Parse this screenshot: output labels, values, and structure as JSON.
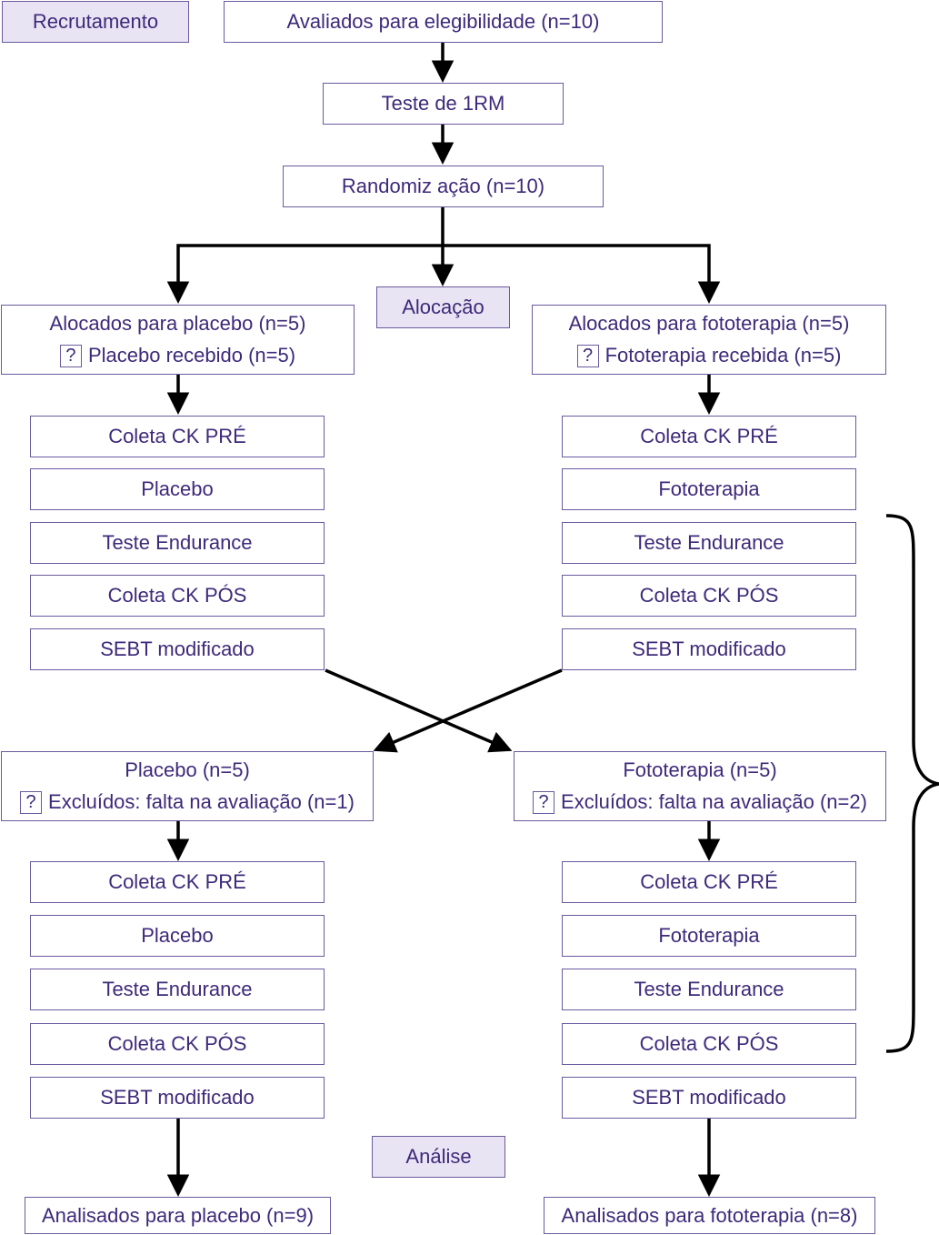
{
  "phases": {
    "recruitment": "Recrutamento",
    "allocation": "Alocação",
    "analysis": "Análise"
  },
  "top": {
    "eligibility": "Avaliados para elegibilidade (n=10)",
    "one_rm": "Teste de 1RM",
    "randomization": "Randomiz ação (n=10)"
  },
  "allocation": {
    "placebo": {
      "title": "Alocados para placebo (n=5)",
      "marker": "?",
      "detail": "Placebo recebido (n=5)"
    },
    "phototherapy": {
      "title": "Alocados para fototerapia (n=5)",
      "marker": "?",
      "detail": "Fototerapia recebida (n=5)"
    }
  },
  "first_period": {
    "left": [
      "Coleta CK PRÉ",
      "Placebo",
      "Teste Endurance",
      "Coleta CK PÓS",
      "SEBT modificado"
    ],
    "right": [
      "Coleta CK PRÉ",
      "Fototerapia",
      "Teste Endurance",
      "Coleta CK PÓS",
      "SEBT modificado"
    ]
  },
  "crossover": {
    "placebo": {
      "title": "Placebo (n=5)",
      "marker": "?",
      "detail": "Excluídos: falta na avaliação (n=1)"
    },
    "phototherapy": {
      "title": "Fototerapia (n=5)",
      "marker": "?",
      "detail": "Excluídos: falta na avaliação (n=2)"
    }
  },
  "second_period": {
    "left": [
      "Coleta CK PRÉ",
      "Placebo",
      "Teste Endurance",
      "Coleta CK PÓS",
      "SEBT modificado"
    ],
    "right": [
      "Coleta CK PRÉ",
      "Fototerapia",
      "Teste Endurance",
      "Coleta CK PÓS",
      "SEBT modificado"
    ]
  },
  "analysis": {
    "placebo": "Analisados para placebo (n=9)",
    "phototherapy": "Analisados para fototerapia (n=8)"
  },
  "colors": {
    "text": "#3d2a7a",
    "border": "#6b5a9e",
    "phase_fill": "#e9e4f3",
    "arrow": "#000000"
  }
}
